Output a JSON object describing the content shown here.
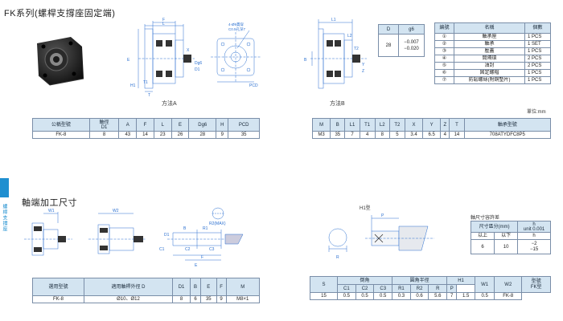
{
  "page": {
    "title": "FK系列(螺桿支撐座固定端)",
    "side_tab": "螺桿支撐座",
    "section2_title": "軸端加工尺寸",
    "unit_label": "單位:mm",
    "method_a": "方法A",
    "method_b": "方法B",
    "h1_type_label": "H1型",
    "tol_title": "軸尺寸容許差"
  },
  "drawing_labels": {
    "hole_note": "4-Ø9貫穿",
    "counterbore_note": "C0.5孔深7",
    "dims_a": [
      "F",
      "L",
      "E",
      "T",
      "H1",
      "X",
      "T1",
      "PCD",
      "Dg6",
      "D1"
    ],
    "dims_b": [
      "L1",
      "L2",
      "T2",
      "B",
      "Y",
      "Z"
    ],
    "dims_shaft": [
      "W1",
      "W2",
      "B",
      "E",
      "F",
      "D1",
      "R1",
      "R2(MAX)",
      "C1",
      "C2",
      "C3",
      "P",
      "R"
    ]
  },
  "dg6_table": {
    "headers": [
      "D",
      "g6"
    ],
    "row": {
      "d": "28",
      "g6_upper": "−0.007",
      "g6_lower": "−0.020"
    }
  },
  "parts_table": {
    "headers": [
      "編號",
      "名稱",
      "個數"
    ],
    "rows": [
      {
        "no": "①",
        "name": "軸承座",
        "qty": "1 PCS"
      },
      {
        "no": "②",
        "name": "軸承",
        "qty": "1 SET"
      },
      {
        "no": "③",
        "name": "壓蓋",
        "qty": "1 PCS"
      },
      {
        "no": "④",
        "name": "間隔環",
        "qty": "2 PCS"
      },
      {
        "no": "⑤",
        "name": "油封",
        "qty": "2 PCS"
      },
      {
        "no": "⑥",
        "name": "固定螺帽",
        "qty": "1 PCS"
      },
      {
        "no": "⑦",
        "name": "防鬆螺絲(附銅墊片)",
        "qty": "1 PCS"
      }
    ]
  },
  "main_table1": {
    "headers": [
      "公稱型號",
      "軸徑\nD1",
      "A",
      "F",
      "L",
      "E",
      "Dg6",
      "H",
      "PCD"
    ],
    "row": [
      "FK-8",
      "8",
      "43",
      "14",
      "23",
      "26",
      "28",
      "9",
      "35"
    ]
  },
  "main_table2": {
    "headers": [
      "M",
      "B",
      "L1",
      "T1",
      "L2",
      "T2",
      "X",
      "Y",
      "Z",
      "T",
      "軸承型號"
    ],
    "row": [
      "M3",
      "35",
      "7",
      "4",
      "8",
      "5",
      "3.4",
      "6.5",
      "4",
      "14",
      "708ATYDFC8P5"
    ]
  },
  "shaft_table": {
    "headers": [
      "選用型號",
      "適用軸桿外徑 D",
      "D1",
      "B",
      "E",
      "F",
      "M"
    ],
    "row": [
      "FK-8",
      "Ø10、Ø12",
      "8",
      "6",
      "35",
      "9",
      "M8×1"
    ]
  },
  "tolerance_table": {
    "header1": "尺寸區分(mm)",
    "header2_h": "h",
    "header2_unit": "unit 0.001",
    "sub1": "以上",
    "sub2": "以下",
    "sub3": "h",
    "row": {
      "from": "6",
      "to": "10",
      "upper": "−2",
      "lower": "−15"
    }
  },
  "chamfer_table": {
    "headers": {
      "s": "S",
      "chamfer": "倒角",
      "round": "圓角半徑",
      "h1": "H1",
      "w1": "W1",
      "w2": "W2",
      "model": "型號\nFK型"
    },
    "sub": [
      "C1",
      "C2",
      "C3",
      "R1",
      "R2",
      "R",
      "P"
    ],
    "row": [
      "15",
      "0.5",
      "0.5",
      "0.5",
      "0.3",
      "0.6",
      "5.6",
      "7",
      "1.5",
      "0.5",
      "FK-8"
    ]
  },
  "colors": {
    "accent": "#1f8fd0",
    "table_header": "#d3e4f1",
    "dimension_line": "#2a6fd0"
  }
}
